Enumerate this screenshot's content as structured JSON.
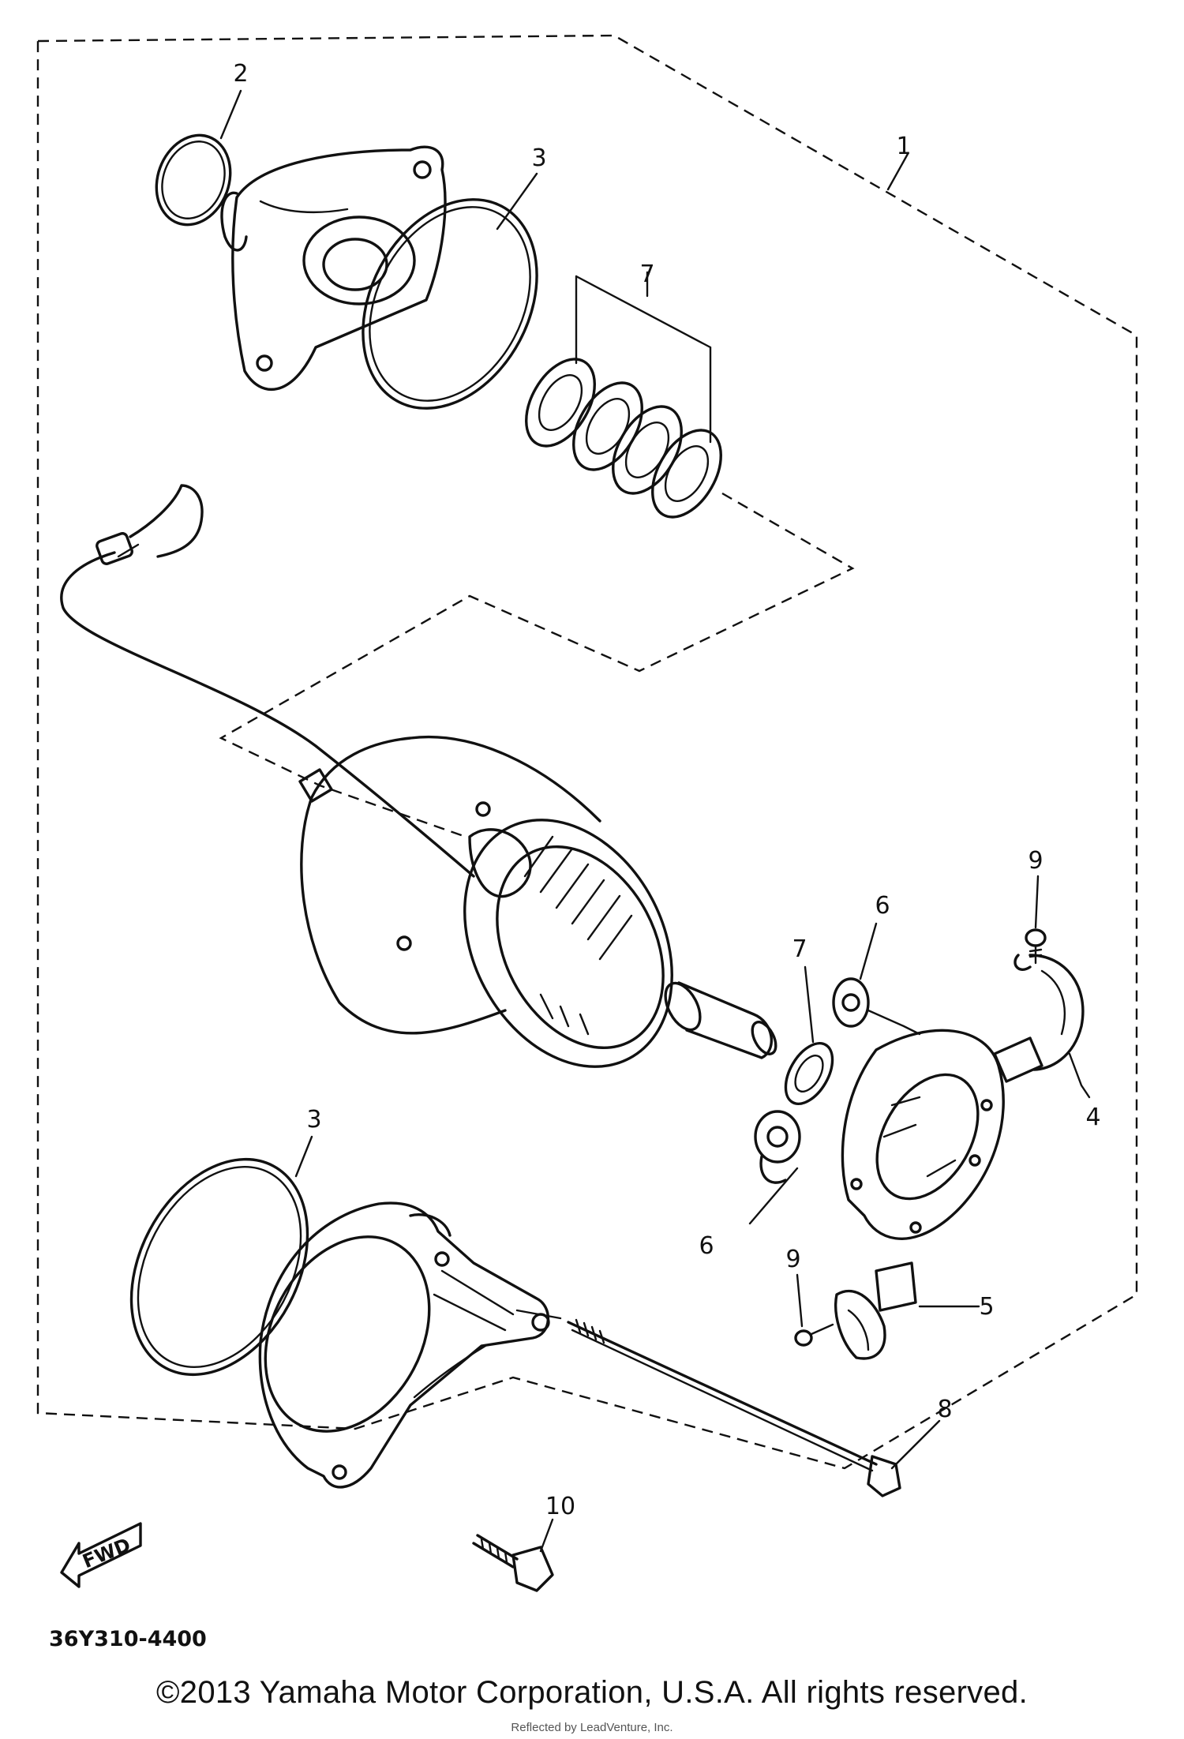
{
  "diagram": {
    "part_code": "36Y310-4400",
    "fwd_label": "FWD",
    "callouts": {
      "c1": "1",
      "c2": "2",
      "c3_top": "3",
      "c3_bottom": "3",
      "c4": "4",
      "c5": "5",
      "c6_upper": "6",
      "c6_lower": "6",
      "c7_top": "7",
      "c7_mid": "7",
      "c8": "8",
      "c9_upper": "9",
      "c9_lower": "9",
      "c10": "10"
    }
  },
  "footer": {
    "copyright": "©2013 Yamaha Motor Corporation, U.S.A. All rights reserved.",
    "credit": "Reflected by LeadVenture, Inc."
  },
  "colors": {
    "ink": "#111111",
    "background": "#ffffff"
  }
}
